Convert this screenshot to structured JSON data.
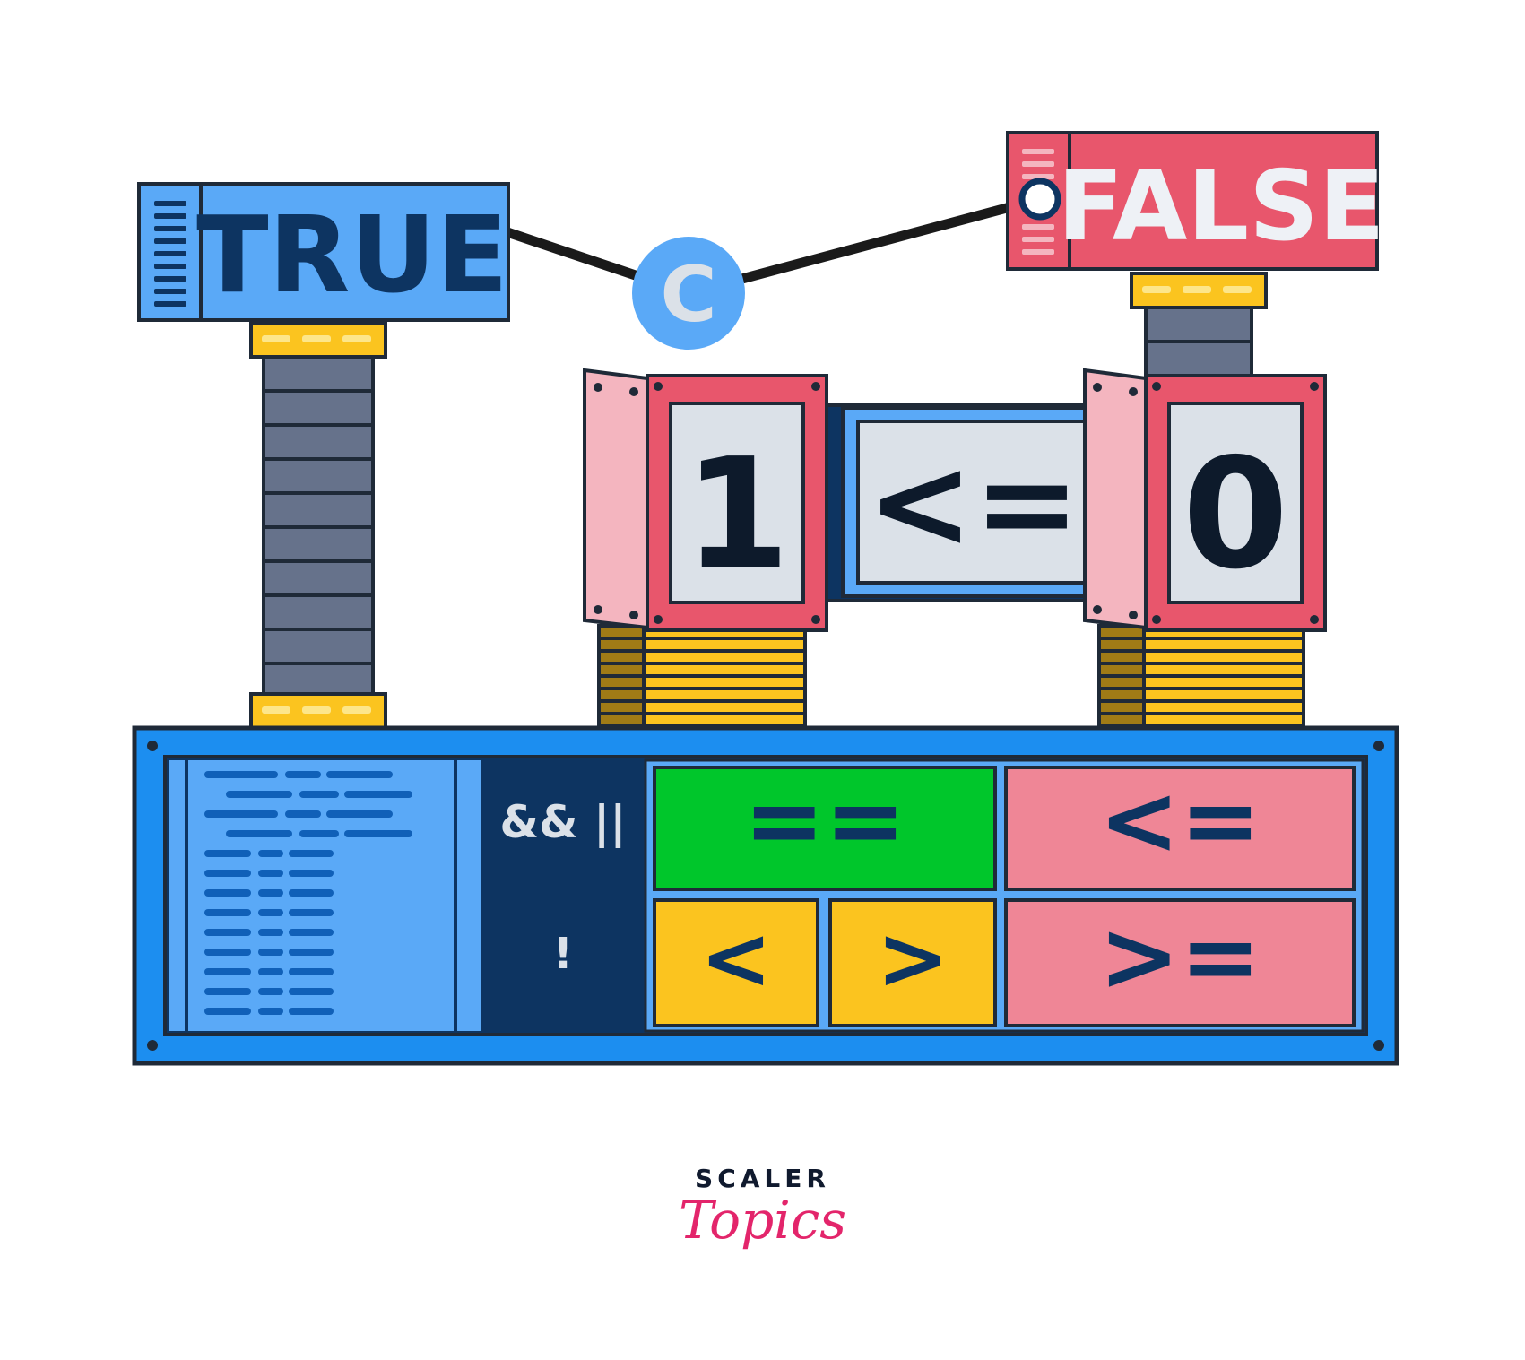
{
  "labels": {
    "true_label": "TRUE",
    "false_label": "FALSE",
    "c_badge": "C",
    "left_operand": "1",
    "operator": "<=",
    "right_operand": "0"
  },
  "operator_panel": {
    "logical": "&& ||",
    "not": "!",
    "equal": "==",
    "less_equal": "<=",
    "less": "<",
    "greater": ">",
    "greater_equal": ">="
  },
  "brand": {
    "top": "SCALER",
    "bottom": "Topics"
  },
  "colors": {
    "blue": "#5aa9f7",
    "blue_dark": "#0d3461",
    "panel_blue": "#1c8ef0",
    "red": "#e8566c",
    "pink_light": "#f4b5bf",
    "pink_tile": "#ef8696",
    "green": "#00c62b",
    "yellow": "#fbc41f",
    "grey_tile": "#dbe1e8",
    "column_grey": "#66728b",
    "outline": "#1f2a38",
    "brand_pink": "#e3256b"
  }
}
